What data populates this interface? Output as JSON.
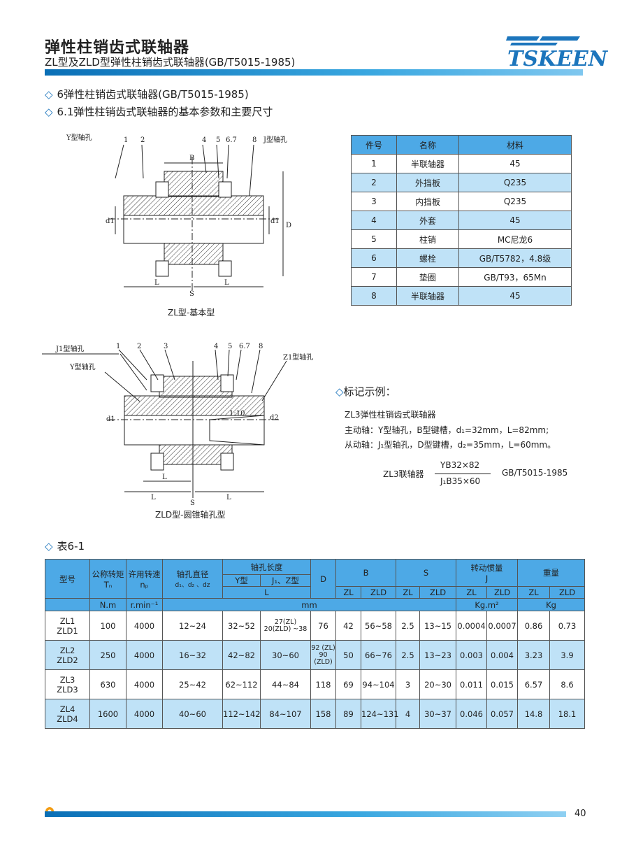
{
  "header": {
    "title": "弹性柱销齿式联轴器",
    "subtitle": "ZL型及ZLD型弹性柱销齿式联轴器(GB/T5015-1985)",
    "logo_text": "TSKEEN"
  },
  "sections": {
    "s1": "6弹性柱销齿式联轴器(GB/T5015-1985)",
    "s2": "6.1弹性柱销齿式联轴器的基本参数和主要尺寸",
    "s3": "表6-1"
  },
  "figure1": {
    "caption": "ZL型-基本型",
    "labels": [
      "Y型轴孔",
      "1",
      "2",
      "B",
      "4",
      "5",
      "6.7",
      "8",
      "J型轴孔",
      "d1",
      "d1",
      "D",
      "L",
      "L",
      "S"
    ]
  },
  "figure2": {
    "caption": "ZLD型-圆锥轴孔型",
    "labels": [
      "J1型轴孔",
      "1",
      "2",
      "3",
      "4",
      "5",
      "6.7",
      "8",
      "Z1型轴孔",
      "Y型轴孔",
      "d1",
      "1:10",
      "d2",
      "L",
      "L",
      "S",
      "L"
    ]
  },
  "parts_table": {
    "headers": [
      "件号",
      "名称",
      "材料"
    ],
    "rows": [
      [
        "1",
        "半联轴器",
        "45"
      ],
      [
        "2",
        "外挡板",
        "Q235"
      ],
      [
        "3",
        "内挡板",
        "Q235"
      ],
      [
        "4",
        "外套",
        "45"
      ],
      [
        "5",
        "柱销",
        "MC尼龙6"
      ],
      [
        "6",
        "螺栓",
        "GB/T5782，4.8级"
      ],
      [
        "7",
        "垫圈",
        "GB/T93，65Mn"
      ],
      [
        "8",
        "半联轴器",
        "45"
      ]
    ]
  },
  "example": {
    "heading": "标记示例：",
    "title": "ZL3弹性柱销齿式联轴器",
    "drive": "主动轴：Y型轴孔，B型键槽，d₁=32mm，L=82mm;",
    "driven": "从动轴：J₁型轴孔，D型键槽，d₂=35mm，L=60mm。",
    "label": "ZL3联轴器",
    "numerator": "YB32×82",
    "denominator": "J₁B35×60",
    "standard": "GB/T5015-1985"
  },
  "main_table": {
    "h": {
      "model": "型号",
      "torque": "公称转矩",
      "torque_sym": "Tₙ",
      "speed": "许用转速",
      "speed_sym": "nₚ",
      "bore": "轴孔直径",
      "bore_sym": "d₁、d₂ 、dz",
      "length": "轴孔长度",
      "y": "Y型",
      "j": "J₁、Z型",
      "L": "L",
      "D": "D",
      "B": "B",
      "S": "S",
      "inertia": "转动惯量",
      "inertia_sym": "J",
      "weight": "重量",
      "zl": "ZL",
      "zld": "ZLD",
      "unit_torque": "N.m",
      "unit_speed": "r.min⁻¹",
      "unit_mm": "mm",
      "unit_inertia": "Kg.m²",
      "unit_weight": "Kg"
    },
    "rows": [
      {
        "m1": "ZL1",
        "m2": "ZLD1",
        "t": "100",
        "n": "4000",
        "d": "12~24",
        "y": "32~52",
        "j": "27(ZL) 20(ZLD) ~38",
        "D": "76",
        "b_zl": "42",
        "b_zld": "56~58",
        "s_zl": "2.5",
        "s_zld": "13~15",
        "i_zl": "0.0004",
        "i_zld": "0.0007",
        "w_zl": "0.86",
        "w_zld": "0.73"
      },
      {
        "m1": "ZL2",
        "m2": "ZLD2",
        "t": "250",
        "n": "4000",
        "d": "16~32",
        "y": "42~82",
        "j": "30~60",
        "D": "92 (ZL) 90 (ZLD)",
        "b_zl": "50",
        "b_zld": "66~76",
        "s_zl": "2.5",
        "s_zld": "13~23",
        "i_zl": "0.003",
        "i_zld": "0.004",
        "w_zl": "3.23",
        "w_zld": "3.9"
      },
      {
        "m1": "ZL3",
        "m2": "ZLD3",
        "t": "630",
        "n": "4000",
        "d": "25~42",
        "y": "62~112",
        "j": "44~84",
        "D": "118",
        "b_zl": "69",
        "b_zld": "94~104",
        "s_zl": "3",
        "s_zld": "20~30",
        "i_zl": "0.011",
        "i_zld": "0.015",
        "w_zl": "6.57",
        "w_zld": "8.6"
      },
      {
        "m1": "ZL4",
        "m2": "ZLD4",
        "t": "1600",
        "n": "4000",
        "d": "40~60",
        "y": "112~142",
        "j": "84~107",
        "D": "158",
        "b_zl": "89",
        "b_zld": "124~131",
        "s_zl": "4",
        "s_zld": "30~37",
        "i_zl": "0.046",
        "i_zld": "0.057",
        "w_zl": "14.8",
        "w_zld": "18.1"
      }
    ]
  },
  "footer": {
    "page": "40"
  },
  "colors": {
    "accent": "#1c75bc",
    "header_fill": "#4da9e6",
    "row_alt": "#bfe2f7"
  }
}
